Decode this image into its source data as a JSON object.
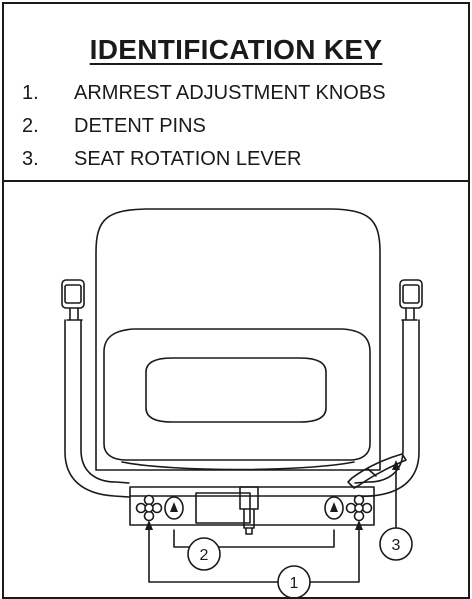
{
  "key": {
    "title": "IDENTIFICATION KEY",
    "items": [
      {
        "num": "1.",
        "label": "ARMREST ADJUSTMENT KNOBS"
      },
      {
        "num": "2.",
        "label": "DETENT PINS"
      },
      {
        "num": "3.",
        "label": "SEAT ROTATION LEVER"
      }
    ]
  },
  "callouts": [
    "1",
    "2",
    "3"
  ],
  "colors": {
    "line": "#1a1a1a",
    "background": "#ffffff"
  }
}
